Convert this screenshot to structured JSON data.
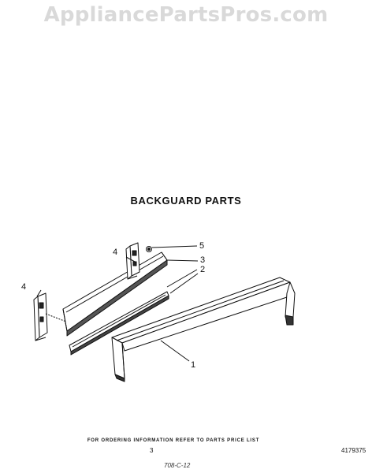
{
  "watermark": "AppliancePartsPros.com",
  "title": "BACKGUARD PARTS",
  "callouts": [
    "1",
    "2",
    "3",
    "4",
    "4",
    "5"
  ],
  "ordering_note": "FOR ORDERING INFORMATION REFER TO PARTS PRICE LIST",
  "page_number": "3",
  "part_number": "4179375",
  "footnote": "708-C-12"
}
